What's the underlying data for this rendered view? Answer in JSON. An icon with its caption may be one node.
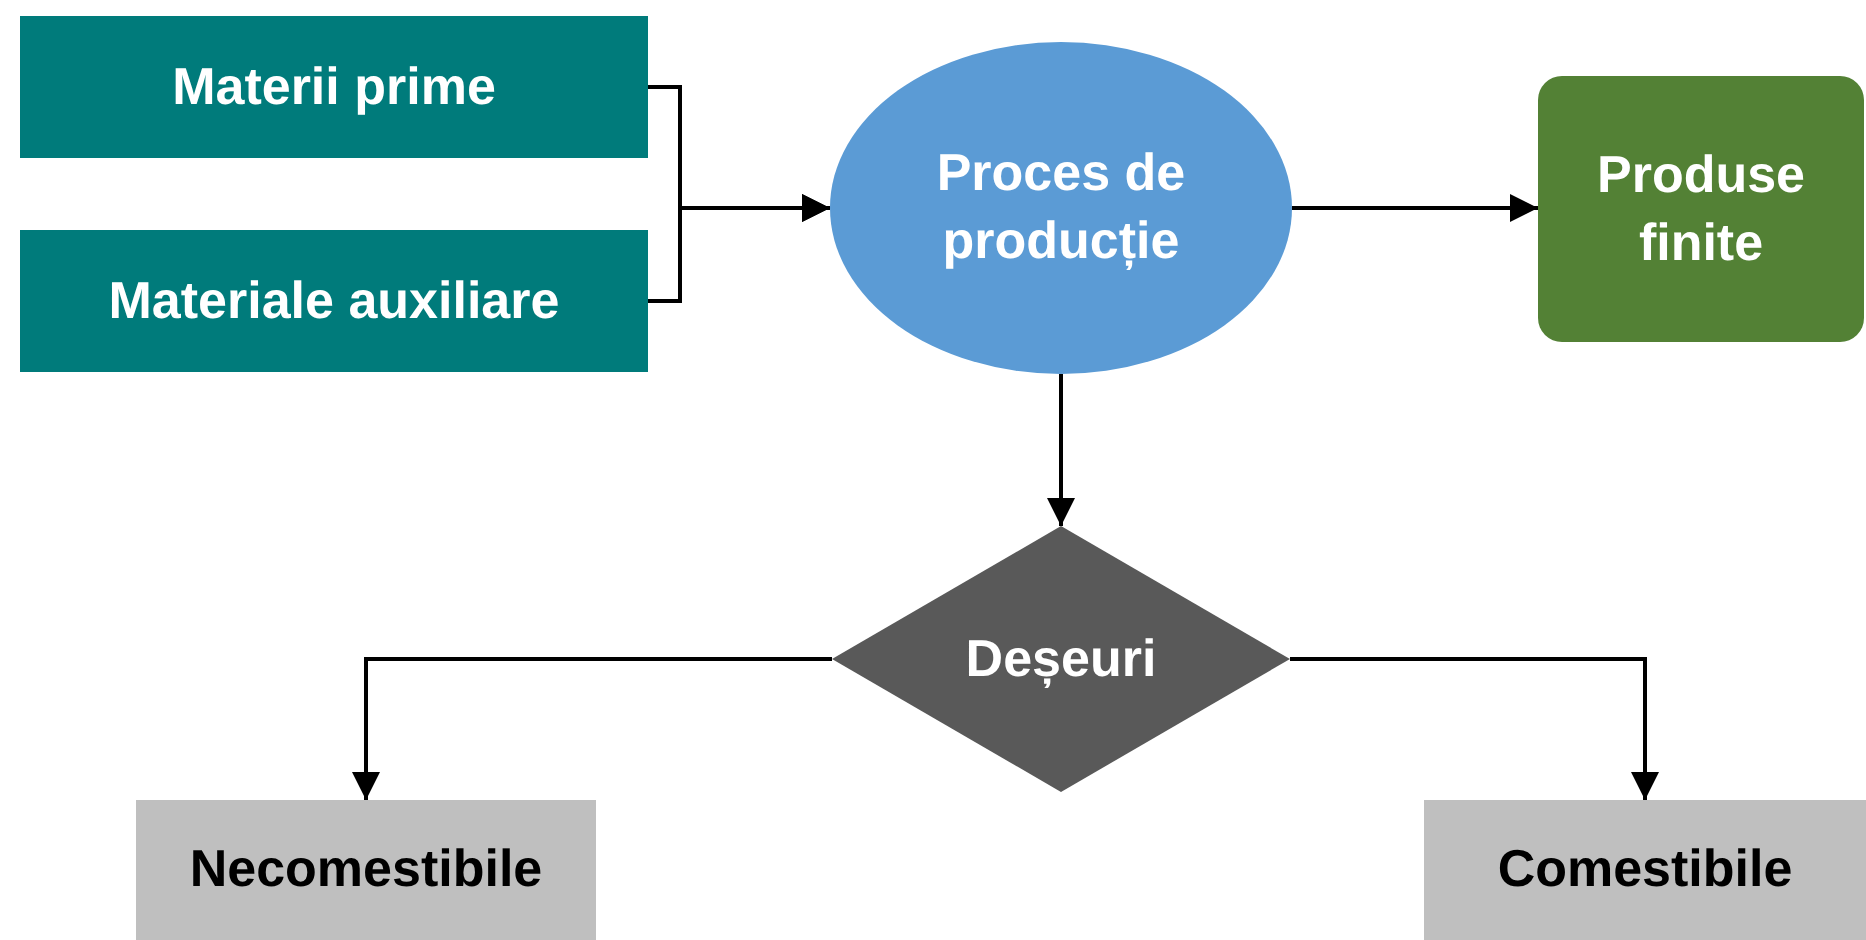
{
  "diagram": {
    "nodes": [
      {
        "text": [
          "Materii prime"
        ]
      },
      {
        "text": [
          "Materiale auxiliare"
        ]
      },
      {
        "text": [
          "Proces de producție"
        ]
      },
      {
        "text": [
          "Produse finite"
        ]
      },
      {
        "text": [
          "Deșeuri"
        ]
      },
      {
        "text": [
          "Necomestibile"
        ]
      },
      {
        "text": [
          "Comestibile"
        ]
      }
    ],
    "edges": [
      {
        "from": 0,
        "to": 2,
        "arrow": "to"
      },
      {
        "from": 1,
        "to": 2,
        "arrow": "to"
      },
      {
        "from": 2,
        "to": 3,
        "arrow": "to"
      },
      {
        "from": 2,
        "to": 4,
        "arrow": "to"
      },
      {
        "from": 4,
        "to": 5,
        "arrow": "to"
      },
      {
        "from": 4,
        "to": 6,
        "arrow": "to"
      }
    ]
  }
}
